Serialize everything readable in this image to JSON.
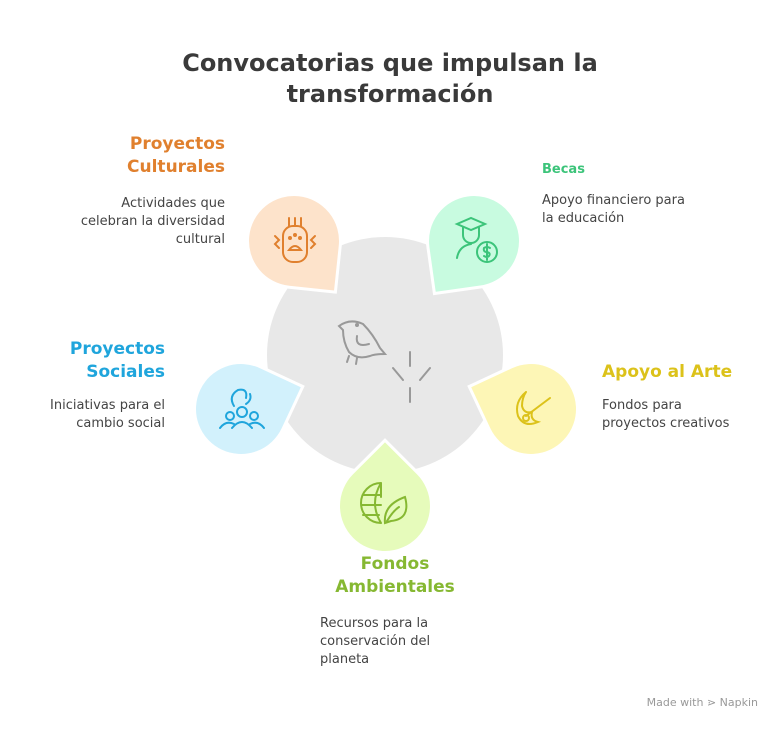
{
  "title": [
    "Convocatorias que impulsan la",
    "transformación"
  ],
  "items": [
    {
      "heading": [
        "Proyectos",
        "Culturales"
      ],
      "desc": [
        "Actividades que",
        "celebran la diversidad",
        "cultural"
      ],
      "color": "#e0802e",
      "fill": "#fde3cb",
      "icon": "culture-face-icon"
    },
    {
      "heading": [
        "Becas"
      ],
      "desc": [
        "Apoyo financiero para",
        "la educación"
      ],
      "color": "#3cc47a",
      "fill": "#c8fbe0",
      "icon": "graduate-dollar-icon"
    },
    {
      "heading": [
        "Proyectos",
        "Sociales"
      ],
      "desc": [
        "Iniciativas para el",
        "cambio social"
      ],
      "color": "#1fa5dc",
      "fill": "#d2f1fc",
      "icon": "community-icon"
    },
    {
      "heading": [
        "Apoyo al Arte"
      ],
      "desc": [
        "Fondos para",
        "proyectos creativos"
      ],
      "color": "#dcc21a",
      "fill": "#fdf6b6",
      "icon": "paint-palette-icon"
    },
    {
      "heading": [
        "Fondos",
        "Ambientales"
      ],
      "desc": [
        "Recursos para la",
        "conservación del",
        "planeta"
      ],
      "color": "#86b832",
      "fill": "#e6fbbb",
      "icon": "globe-leaf-icon"
    }
  ],
  "footer": "Made with ⋗ Napkin"
}
